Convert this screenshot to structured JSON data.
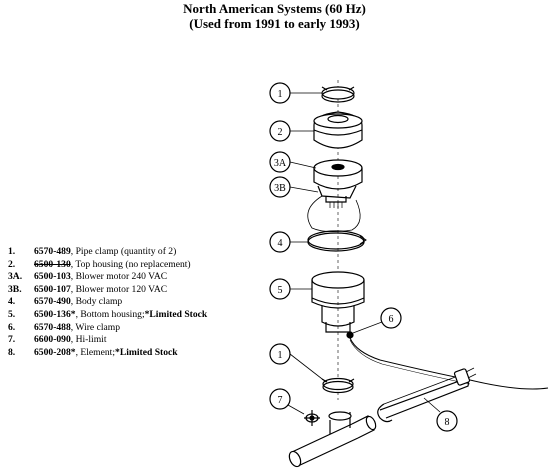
{
  "title_line1": "North American Systems (60 Hz)",
  "title_line2": "(Used from 1991 to early 1993)",
  "parts": [
    {
      "num": "1.",
      "code": "6570-489",
      "desc": ", Pipe clamp (quantity of 2)",
      "struck": false,
      "tail": ""
    },
    {
      "num": "2.",
      "code": "6500-130",
      "desc": ", Top housing (no replacement)",
      "struck": true,
      "tail": ""
    },
    {
      "num": "3A.",
      "code": "6500-103",
      "desc": ", Blower motor 240 VAC",
      "struck": false,
      "tail": ""
    },
    {
      "num": "3B.",
      "code": "6500-107",
      "desc": ", Blower motor 120 VAC",
      "struck": false,
      "tail": ""
    },
    {
      "num": "4.",
      "code": "6570-490",
      "desc": ", Body clamp",
      "struck": false,
      "tail": ""
    },
    {
      "num": "5.",
      "code": "6500-136*",
      "desc": ", Bottom housing; ",
      "struck": false,
      "tail": "*Limited Stock"
    },
    {
      "num": "6.",
      "code": "6570-488",
      "desc": ", Wire clamp",
      "struck": false,
      "tail": ""
    },
    {
      "num": "7.",
      "code": "6600-090",
      "desc": ", Hi-limit",
      "struck": false,
      "tail": ""
    },
    {
      "num": "8.",
      "code": "6500-208*",
      "desc": ", Element; ",
      "struck": false,
      "tail": "*Limited Stock"
    }
  ],
  "callouts": {
    "c1a": "1",
    "c2": "2",
    "c3a": "3A",
    "c3b": "3B",
    "c4": "4",
    "c5": "5",
    "c6": "6",
    "c1b": "1",
    "c7": "7",
    "c8": "8"
  }
}
